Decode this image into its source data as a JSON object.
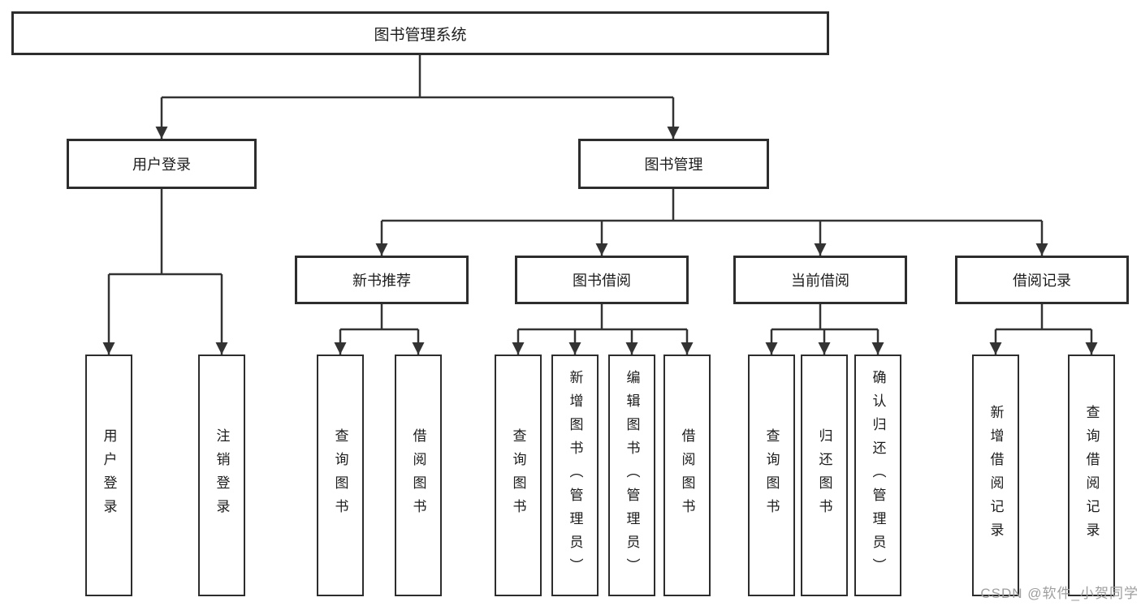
{
  "diagram_type": "hierarchy-tree",
  "tree": {
    "label": "图书管理系统",
    "children": [
      {
        "label": "用户登录",
        "children": [
          {
            "label": "用户登录"
          },
          {
            "label": "注销登录"
          }
        ]
      },
      {
        "label": "图书管理",
        "children": [
          {
            "label": "新书推荐",
            "children": [
              {
                "label": "查询图书"
              },
              {
                "label": "借阅图书"
              }
            ]
          },
          {
            "label": "图书借阅",
            "children": [
              {
                "label": "查询图书"
              },
              {
                "label": "新增图书（管理员）"
              },
              {
                "label": "编辑图书（管理员）"
              },
              {
                "label": "借阅图书"
              }
            ]
          },
          {
            "label": "当前借阅",
            "children": [
              {
                "label": "查询图书"
              },
              {
                "label": "归还图书"
              },
              {
                "label": "确认归还（管理员）"
              }
            ]
          },
          {
            "label": "借阅记录",
            "children": [
              {
                "label": "新增借阅记录"
              },
              {
                "label": "查询借阅记录"
              }
            ]
          }
        ]
      }
    ]
  },
  "watermark": {
    "text": "CSDN @软件_小贺同学"
  },
  "colors": {
    "background": "#ffffff",
    "box_border": "#2d2d2d",
    "connector_line": "#333333",
    "text": "#1c1c1c",
    "watermark_text": "#9e9e9e"
  }
}
